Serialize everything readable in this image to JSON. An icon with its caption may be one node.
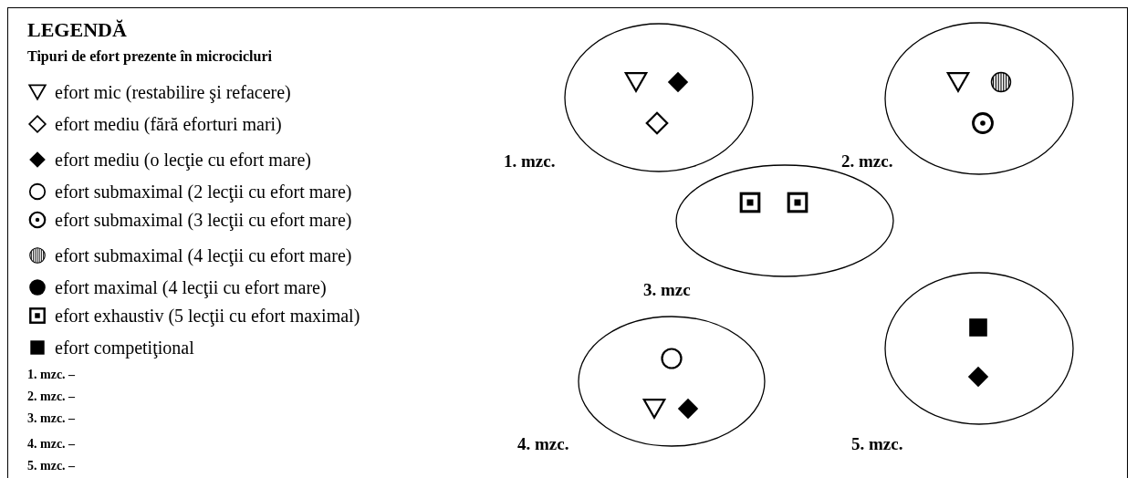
{
  "diagram": {
    "title": "LEGENDĂ",
    "nodes": [
      {
        "text": [],
        "shape": "ellipse",
        "beside": [
          "1. mzc."
        ]
      },
      {
        "text": [],
        "shape": "triangle",
        "in": 0
      },
      {
        "text": [],
        "shape": "filled-diamond",
        "in": 0
      },
      {
        "text": [],
        "shape": "diamond",
        "in": 0
      },
      {
        "text": [],
        "shape": "ellipse",
        "beside": [
          "2. mzc."
        ]
      },
      {
        "text": [],
        "shape": "triangle",
        "in": 4
      },
      {
        "text": [],
        "shape": "hatched-circle",
        "in": 4
      },
      {
        "text": [],
        "shape": "dotted-circle",
        "in": 4
      },
      {
        "text": [],
        "shape": "ellipse",
        "beside": [
          "3. mzc"
        ]
      },
      {
        "text": [],
        "shape": "framed-square",
        "in": 8
      },
      {
        "text": [],
        "shape": "framed-square",
        "in": 8
      },
      {
        "text": [],
        "shape": "ellipse",
        "beside": [
          "4. mzc."
        ]
      },
      {
        "text": [],
        "shape": "circle",
        "in": 11
      },
      {
        "text": [],
        "shape": "triangle",
        "in": 11
      },
      {
        "text": [],
        "shape": "filled-diamond",
        "in": 11
      },
      {
        "text": [],
        "shape": "ellipse",
        "beside": [
          "5. mzc."
        ]
      },
      {
        "text": [],
        "shape": "filled-square",
        "in": 15
      },
      {
        "text": [],
        "shape": "filled-diamond",
        "in": 15
      }
    ],
    "edges": [],
    "labels": [
      "Tipuri de efort prezente în microcicluri",
      "1. mzc. –",
      "2. mzc. –",
      "3. mzc. –",
      "4. mzc. –",
      "5. mzc. –"
    ],
    "legend": [
      {
        "text": "efort mic (restabilire şi refacere)"
      },
      {
        "text": "efort mediu (fără eforturi mari)"
      },
      {
        "text": "efort mediu (o lecţie cu efort mare)"
      },
      {
        "text": "efort submaximal (2 lecţii cu efort mare)"
      },
      {
        "text": "efort submaximal (3 lecţii cu efort mare)"
      },
      {
        "text": "efort submaximal (4 lecţii cu efort mare)"
      },
      {
        "text": "efort maximal (4 lecţii cu efort mare)"
      },
      {
        "text": "efort exhaustiv (5 lecţii cu efort maximal)"
      },
      {
        "text": "efort competiţional"
      }
    ]
  }
}
